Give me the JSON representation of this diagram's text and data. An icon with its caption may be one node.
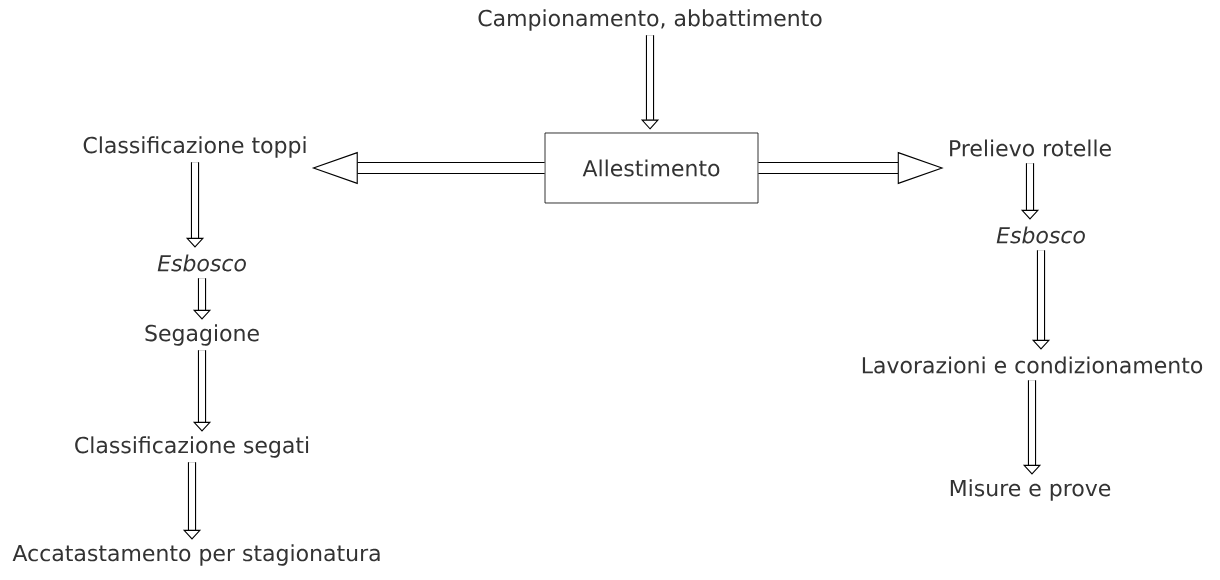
{
  "diagram": {
    "nodes": [
      {
        "text": [
          "Campionamento, abbattimento"
        ]
      },
      {
        "text": [
          "Allestimento"
        ]
      },
      {
        "text": [
          "Classificazione toppi"
        ]
      },
      {
        "text": [
          "Esbosco"
        ]
      },
      {
        "text": [
          "Segagione"
        ]
      },
      {
        "text": [
          "Classificazione segati"
        ]
      },
      {
        "text": [
          "Accatastamento per stagionatura"
        ]
      },
      {
        "text": [
          "Prelievo rotelle"
        ]
      },
      {
        "text": [
          "Esbosco"
        ]
      },
      {
        "text": [
          "Lavorazioni e condizionamento"
        ]
      },
      {
        "text": [
          "Misure e prove"
        ]
      }
    ],
    "edges": [
      {
        "from": 0,
        "to": 1,
        "arrow": "to"
      },
      {
        "from": 1,
        "to": 2,
        "arrow": "to"
      },
      {
        "from": 1,
        "to": 7,
        "arrow": "to"
      },
      {
        "from": 2,
        "to": 3,
        "arrow": "to"
      },
      {
        "from": 3,
        "to": 4,
        "arrow": "to"
      },
      {
        "from": 4,
        "to": 5,
        "arrow": "to"
      },
      {
        "from": 5,
        "to": 6,
        "arrow": "to"
      },
      {
        "from": 7,
        "to": 8,
        "arrow": "to"
      },
      {
        "from": 8,
        "to": 9,
        "arrow": "to"
      },
      {
        "from": 9,
        "to": 10,
        "arrow": "to"
      }
    ]
  }
}
